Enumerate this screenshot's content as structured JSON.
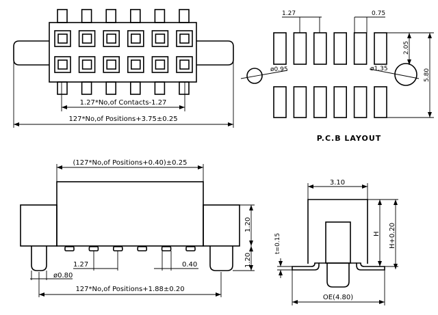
{
  "top_view": {
    "contacts_dim": "1.27*No,of Contacts-1.27",
    "overall_dim": "127*No,of Positions+3.75±0.25"
  },
  "pcb_layout": {
    "title": "P.C.B  LAYOUT",
    "pitch": "1.27",
    "pad_width": "0.75",
    "row_offset": "2.05",
    "total_height": "5.80",
    "hole_small": "ø0.95",
    "hole_large": "ø1.35"
  },
  "front_view": {
    "body_dim": "(127*No,of Positions+0.40)±0.25",
    "pitch": "1.27",
    "pin_width": "0.40",
    "peg_dia": "ø0.80",
    "peg_dim": "127*No,of Positions+1.88±0.20",
    "height_upper": "1.20",
    "height_lower": "1.20"
  },
  "side_view": {
    "width": "3.10",
    "height": "H",
    "height_total": "H+0.20",
    "thickness": "t=0.15",
    "overall": "OE(4.80)"
  }
}
